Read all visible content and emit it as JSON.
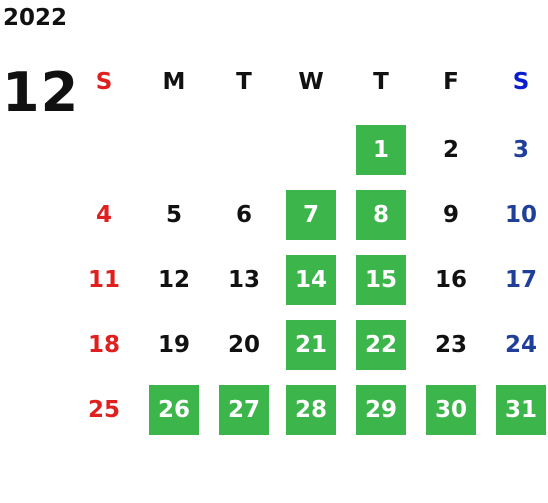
{
  "calendar": {
    "year": "2022",
    "month": "12",
    "colors": {
      "highlight": "#3cb54a",
      "sunday": "#e0201f",
      "saturday": "#1f3f99",
      "text": "#111111"
    },
    "weekdays": [
      "S",
      "M",
      "T",
      "W",
      "T",
      "F",
      "S"
    ],
    "weeks": [
      [
        {
          "day": "",
          "highlighted": false
        },
        {
          "day": "",
          "highlighted": false
        },
        {
          "day": "",
          "highlighted": false
        },
        {
          "day": "",
          "highlighted": false
        },
        {
          "day": "1",
          "highlighted": true
        },
        {
          "day": "2",
          "highlighted": false
        },
        {
          "day": "3",
          "highlighted": false
        }
      ],
      [
        {
          "day": "4",
          "highlighted": false
        },
        {
          "day": "5",
          "highlighted": false
        },
        {
          "day": "6",
          "highlighted": false
        },
        {
          "day": "7",
          "highlighted": true
        },
        {
          "day": "8",
          "highlighted": true
        },
        {
          "day": "9",
          "highlighted": false
        },
        {
          "day": "10",
          "highlighted": false
        }
      ],
      [
        {
          "day": "11",
          "highlighted": false
        },
        {
          "day": "12",
          "highlighted": false
        },
        {
          "day": "13",
          "highlighted": false
        },
        {
          "day": "14",
          "highlighted": true
        },
        {
          "day": "15",
          "highlighted": true
        },
        {
          "day": "16",
          "highlighted": false
        },
        {
          "day": "17",
          "highlighted": false
        }
      ],
      [
        {
          "day": "18",
          "highlighted": false
        },
        {
          "day": "19",
          "highlighted": false
        },
        {
          "day": "20",
          "highlighted": false
        },
        {
          "day": "21",
          "highlighted": true
        },
        {
          "day": "22",
          "highlighted": true
        },
        {
          "day": "23",
          "highlighted": false
        },
        {
          "day": "24",
          "highlighted": false
        }
      ],
      [
        {
          "day": "25",
          "highlighted": false
        },
        {
          "day": "26",
          "highlighted": true
        },
        {
          "day": "27",
          "highlighted": true
        },
        {
          "day": "28",
          "highlighted": true
        },
        {
          "day": "29",
          "highlighted": true
        },
        {
          "day": "30",
          "highlighted": true
        },
        {
          "day": "31",
          "highlighted": true
        }
      ]
    ]
  }
}
